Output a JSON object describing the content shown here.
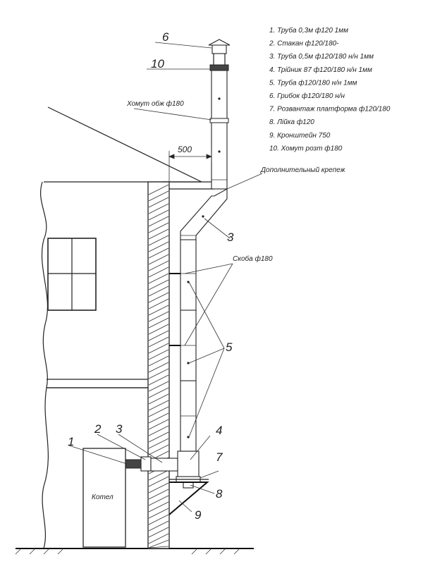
{
  "legend": [
    "1. Труба 0,3м ф120 1мм",
    "2. Стакан ф120/180-",
    "3. Труба 0,5м ф120/180 н/н 1мм",
    "4. Трійник 87 ф120/180 н/н 1мм",
    "5. Труба ф120/180 н/н 1мм",
    "6. Грибок ф120/180 н/н",
    "7. Розвантаж платформа ф120/180",
    "8. Лійка ф120",
    "9. Кронштейн 750",
    "10. Хомут розт ф180"
  ],
  "labels": {
    "clamp": "Хомут обж ф180",
    "extra_mount": "Дополнительный крепеж",
    "bracket": "Скоба ф180",
    "boiler": "Котел",
    "dimension": "500"
  },
  "callouts": {
    "n6": "6",
    "n10": "10",
    "n3_top": "3",
    "n5": "5",
    "n1": "1",
    "n2": "2",
    "n3_bottom": "3",
    "n4": "4",
    "n7": "7",
    "n8": "8",
    "n9": "9"
  }
}
